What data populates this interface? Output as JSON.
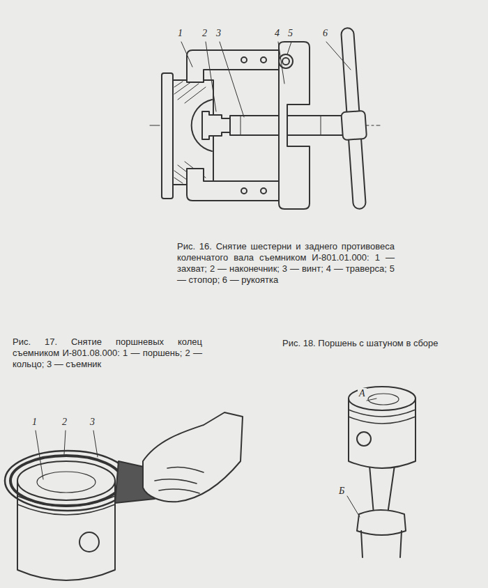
{
  "diagram": {
    "labels": [
      "1",
      "2",
      "3",
      "4",
      "5",
      "6",
      "Рис. 16. Снятие шестерни и заднего противовеса коленчатого вала съемником И-801.01.000: 1 — захват; 2 — наконечник; 3 — винт; 4 — траверса; 5 — стопор; 6 — рукоятка",
      "Рис. 17. Снятие поршневых колец съемником И-801.08.000: 1 — поршень; 2 — кольцо; 3 — съемник",
      "1",
      "2",
      "3",
      "Рис. 18. Поршень с шатуном в сборе",
      "А",
      "Б"
    ]
  }
}
